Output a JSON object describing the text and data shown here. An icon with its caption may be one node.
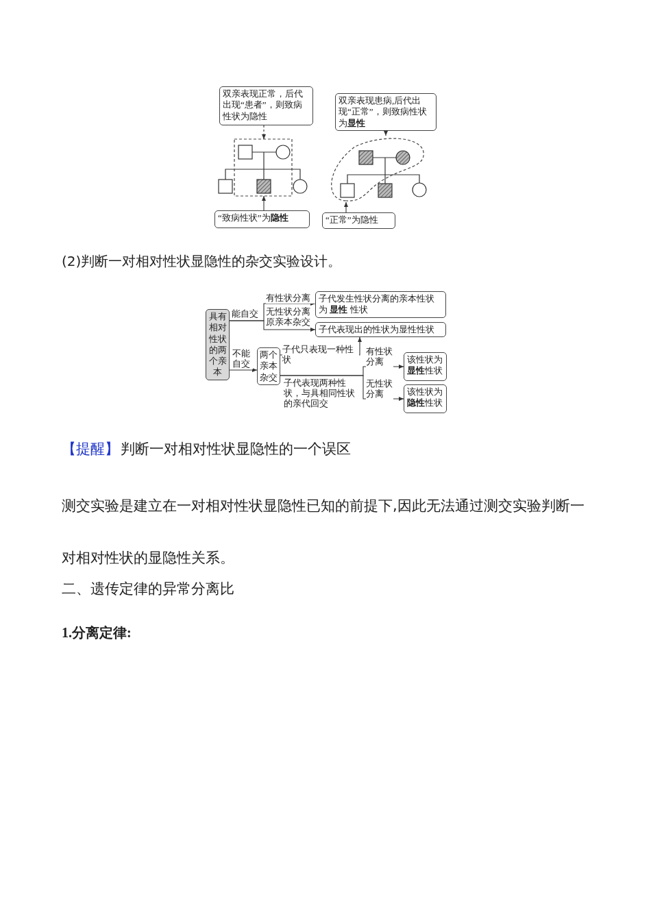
{
  "diagram": {
    "nodes": [
      {
        "text": [
          "双亲表现正常，后代出现“患者”，则致病性状为隐性"
        ]
      },
      {
        "text": [],
        "shape": "box"
      },
      {
        "text": [
          "双亲表现患病,后代出现“正常”，则致病性状为**显性**"
        ]
      },
      {
        "text": [],
        "shape": "loop"
      },
      {
        "text": [
          "“致病性状”为**隐性**"
        ]
      },
      {
        "text": [
          "“正常”为隐性"
        ]
      },
      {
        "text": [
          "具有相对性状的两个亲本"
        ]
      },
      {
        "text": [
          "子代发生性状分离的亲本性状为 **显性** 性状"
        ]
      },
      {
        "text": [
          "子代表现出的性状为显性性状"
        ]
      },
      {
        "text": [
          "两个亲本杂交"
        ]
      },
      {
        "text": [
          "该性状为**显性**性状"
        ]
      },
      {
        "text": [
          "该性状为**隐性**性状"
        ]
      }
    ],
    "edges": [
      {
        "from": 0,
        "to": 1,
        "arrow": "to",
        "style": "dashed"
      },
      {
        "from": 2,
        "to": 3,
        "arrow": "to",
        "style": "dashed"
      },
      {
        "from": 4,
        "to": 1,
        "arrow": "to"
      },
      {
        "from": 5,
        "to": 3,
        "arrow": "to"
      },
      {
        "from": 6,
        "to": 7,
        "arrow": "to",
        "label": "有性状分离"
      },
      {
        "from": 6,
        "to": 8,
        "arrow": "to",
        "label": "无性状分离原亲本杂交"
      },
      {
        "from": 6,
        "to": 9,
        "arrow": "to",
        "label": "不能自交"
      },
      {
        "from": 9,
        "to": 8,
        "arrow": "to",
        "label": "子代只表现一种性状"
      },
      {
        "from": 9,
        "to": 10,
        "arrow": "to",
        "label": "有性状分离"
      },
      {
        "from": 9,
        "to": 11,
        "arrow": "to",
        "label": "无性状分离"
      }
    ],
    "labels": [
      "(2)判断一对相对性状显隐性的杂交实验设计。",
      "能自交",
      "子代表现两种性状，与具相同性状的亲代回交",
      "【提醒】",
      "判断一对相对性状显隐性的一个误区",
      "测交实验是建立在一对相对性状显隐性已知的前提下,因此无法通过测交实验判断一对相对性状的显隐性关系。",
      "二、遗传定律的异常分离比",
      "1.分离定律:"
    ]
  }
}
